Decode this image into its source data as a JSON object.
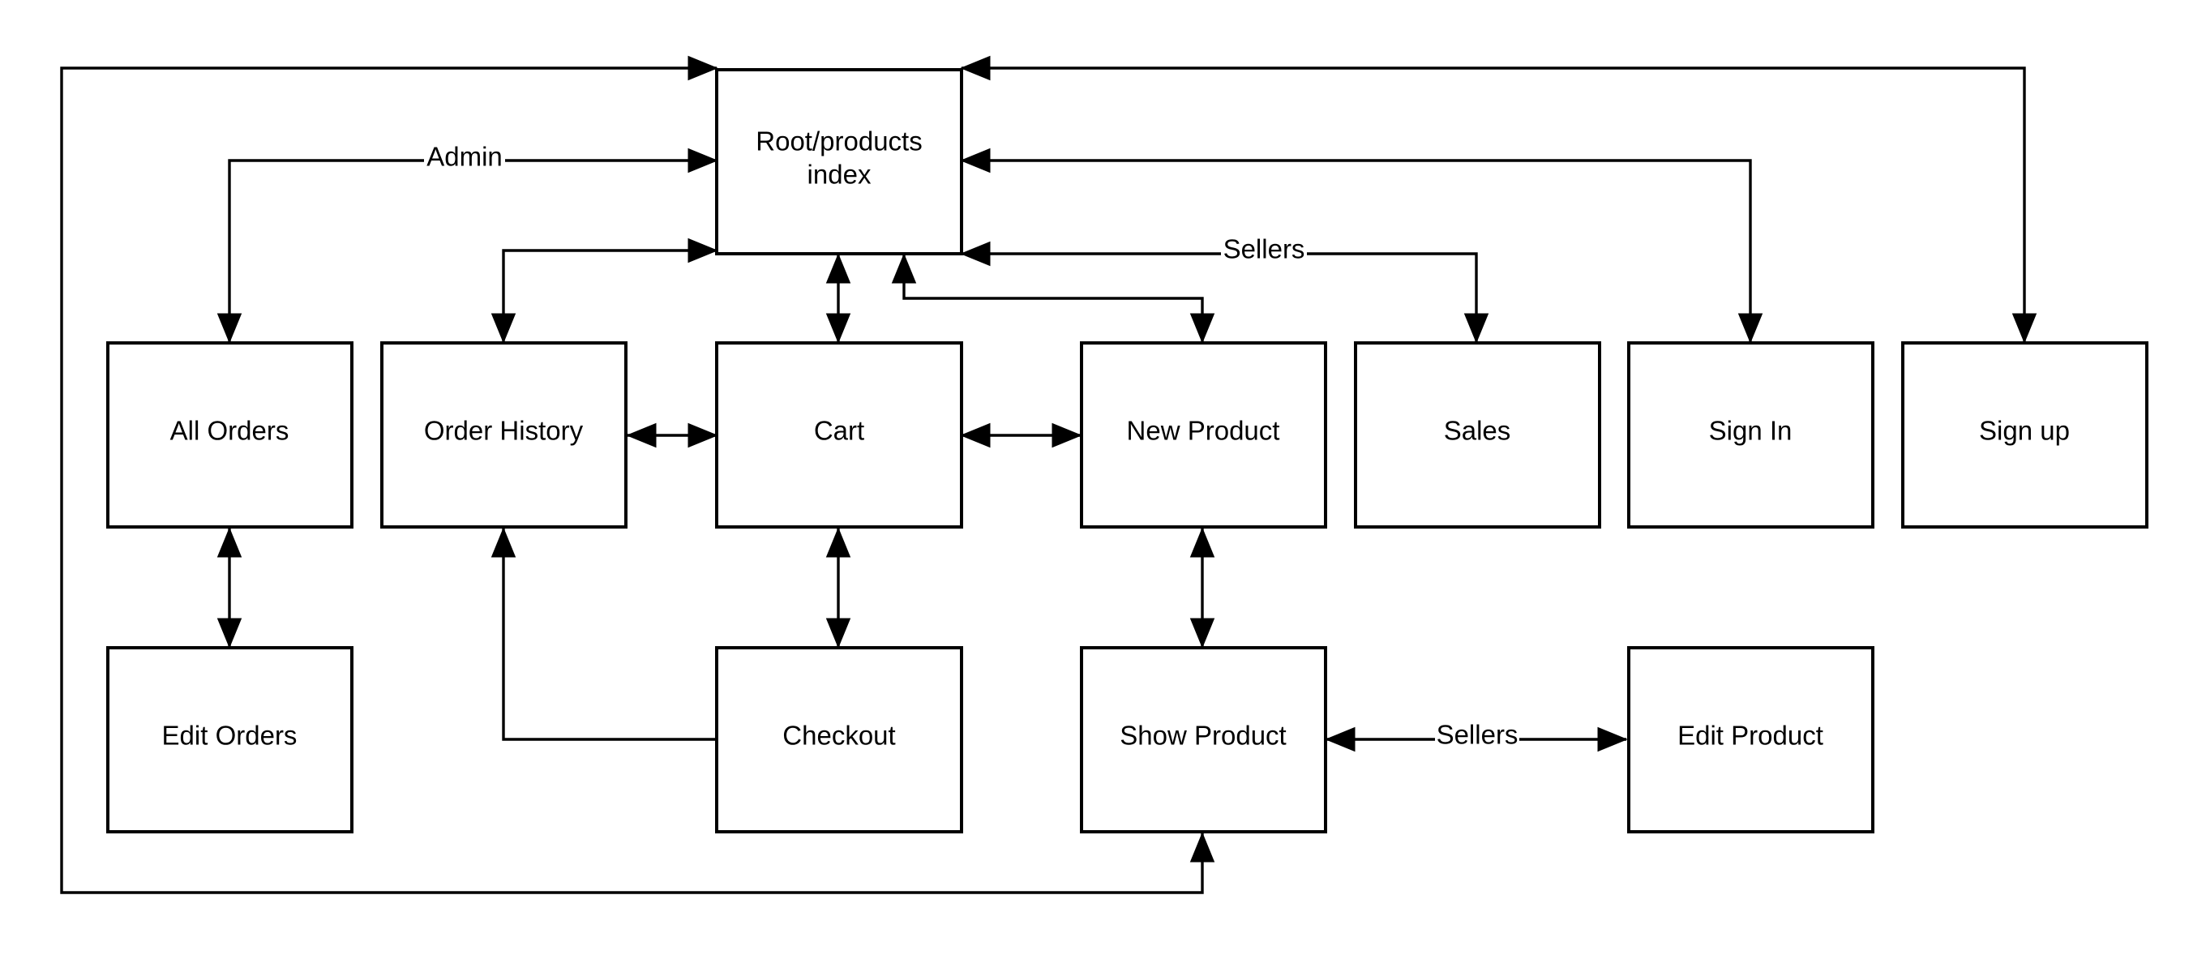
{
  "diagram": {
    "nodes": {
      "root": {
        "line1": "Root/products",
        "line2": "index"
      },
      "all_orders": "All Orders",
      "order_history": "Order History",
      "cart": "Cart",
      "new_product": "New Product",
      "sales": "Sales",
      "sign_in": "Sign In",
      "sign_up": "Sign up",
      "edit_orders": "Edit Orders",
      "checkout": "Checkout",
      "show_product": "Show Product",
      "edit_product": "Edit Product"
    },
    "edge_labels": {
      "admin": "Admin",
      "sellers_sales": "Sellers",
      "sellers_edit_product": "Sellers"
    }
  }
}
